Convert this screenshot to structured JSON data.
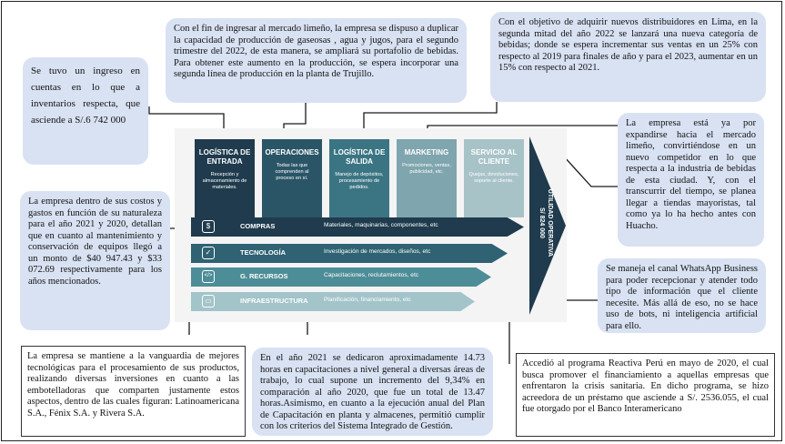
{
  "value_chain": {
    "primary": [
      {
        "title": "LOGÍSTICA DE ENTRADA",
        "desc": "Recepción y almacenamiento de materiales."
      },
      {
        "title": "OPERACIONES",
        "desc": "Todas las que comprenden al proceso en sí."
      },
      {
        "title": "LOGÍSTICA DE SALIDA",
        "desc": "Manejo de depósitos, procesamiento de pedidos."
      },
      {
        "title": "MARKETING",
        "desc": "Promociones, ventas, publicidad, etc."
      },
      {
        "title": "SERVICIO AL CLIENTE",
        "desc": "Quejas, devoluciones, soporte al cliente."
      }
    ],
    "support": [
      {
        "title": "COMPRAS",
        "desc": "Materiales, maquinarias, componentes, etc",
        "icon": "$"
      },
      {
        "title": "TECNOLOGÍA",
        "desc": "Investigación de mercados, diseños, etc",
        "icon": "✓"
      },
      {
        "title": "G. RECURSOS",
        "desc": "Capacitaciones, reclutamientos, etc",
        "icon": "</>"
      },
      {
        "title": "INFRAESTRUCTURA",
        "desc": "Planificación, financiamiento, etc",
        "icon": "▭"
      }
    ],
    "margin_line1": "UTILIDAD OPERATIVA",
    "margin_line2": "S/ 824 000"
  },
  "notes": {
    "top_left": "Se tuvo un ingreso en cuentas en lo que a inventarios respecta, que asciende a S/.6 742 000",
    "top_center": "Con el fin de ingresar al mercado limeño, la empresa se dispuso a duplicar la capacidad de producción de gaseosas , agua y jugos, para el segundo trimestre del 2022, de esta manera, se ampliará su portafolio de bebidas. Para obtener este aumento en la producción, se espera incorporar una segunda línea de producción en la planta de Trujillo.",
    "top_right": "Con el objetivo de adquirir nuevos distribuidores en Lima, en la segunda mitad del año 2022 se lanzará una nueva categoría de bebidas; donde se espera incrementar sus ventas en un 25% con respecto al 2019 para finales de año y para el 2023, aumentar en un 15% con respecto al 2021.",
    "right_top": "La empresa está ya por expandirse hacia el mercado limeño, convirtiéndose en un nuevo competidor en lo que respecta a la industria de bebidas de esta ciudad. Y, con el transcurrir del tiempo, se planea llegar a tiendas mayoristas, tal como ya lo ha hecho antes con Huacho.",
    "left_middle": "La empresa dentro de sus costos y gastos en función de su naturaleza para el año 2021 y 2020, detallan que en cuanto al mantenimiento y conservación de equipos llegó a un monto de $40 947.43 y $33 072.69 respectivamente para los años mencionados.",
    "right_middle": "Se maneja el canal WhatsApp Business para poder recepcionar y atender todo tipo de información que el cliente necesite. Más allá de eso, no se hace uso de bots, ni inteligencia artificial para ello.",
    "bottom_left": "La empresa se mantiene a la vanguardia de mejores tecnológicas para el procesamiento de sus productos, realizando diversas inversiones en cuanto a las embotelladoras que comparten justamente estos aspectos, dentro de las cuales figuran: Latinoamericana S.A., Fénix S.A. y Rivera S.A.",
    "bottom_center": "En el año 2021 se dedicaron aproximadamente 14.73 horas en capacitaciones a nivel general a diversas áreas de trabajo, lo cual supone un incremento del 9,34% en comparación al año 2020, que fue un total de 13.47 horas.Asimismo, en cuanto a la ejecución anual del Plan de Capacitación en planta y almacenes, permitió cumplir con los criterios del Sistema Integrado de Gestión.",
    "bottom_right": "Accedió al programa Reactiva Perú en mayo de 2020, el cual busca promover el financiamiento a aquellas empresas que enfrentaron la crisis sanitaria. En dicho programa, se hizo acreedora de un préstamo que asciende a S/. 2536.055, el cual fue otorgado por el Banco Interamericano"
  },
  "colors": {
    "primary_1": "#1f3b4d",
    "primary_2": "#2a5566",
    "primary_3": "#3b7583",
    "primary_4": "#7fa5ae",
    "primary_5": "#a7c3c8",
    "support_1": "#1f3b4d",
    "support_2": "#2f6272",
    "support_3": "#4d8d97",
    "support_4": "#a3c4c9",
    "margin_arrow": "#1f3b4d",
    "bubble": "#d9e2f3"
  }
}
